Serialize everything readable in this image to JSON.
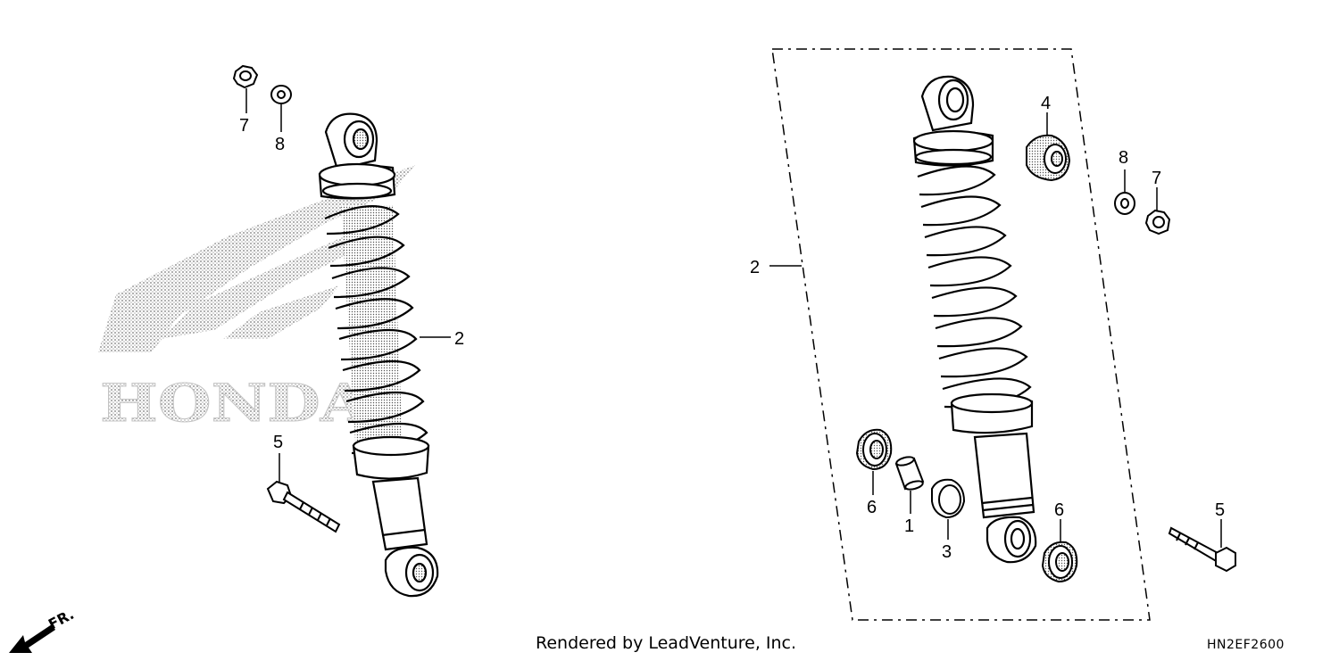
{
  "diagram": {
    "watermark_text": "HONDA",
    "direction_label": "FR.",
    "callouts": {
      "left_7": "7",
      "left_8": "8",
      "left_2": "2",
      "left_5": "5",
      "right_4": "4",
      "right_8": "8",
      "right_7": "7",
      "right_2": "2",
      "right_6a": "6",
      "right_1": "1",
      "right_3": "3",
      "right_6b": "6",
      "right_5": "5"
    },
    "footer": {
      "credit": "Rendered by LeadVenture, Inc.",
      "code": "HN2EF2600"
    },
    "colors": {
      "line": "#000000",
      "watermark": "#bdbdbd",
      "background": "#ffffff"
    }
  }
}
